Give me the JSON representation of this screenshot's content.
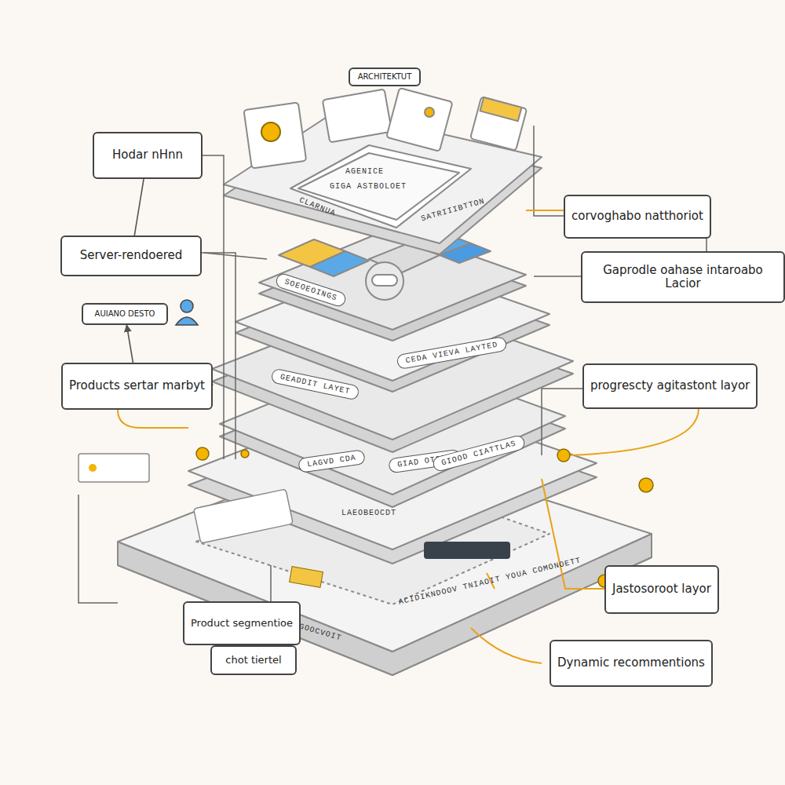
{
  "diagram": {
    "nodes": [
      {
        "text": [
          "Hodar nHnn"
        ]
      },
      {
        "text": [
          "Server-rendoered"
        ]
      },
      {
        "text": [
          "AUIANO DESTO"
        ]
      },
      {
        "text": [
          "Products sertar marbyt"
        ]
      },
      {
        "text": [
          "Product segmentioe"
        ]
      },
      {
        "text": [
          "chot tiertel"
        ]
      },
      {
        "text": [
          "corvoghabo natthoriot"
        ]
      },
      {
        "text": [
          "Gaprodle oahase intaroabo Lacior"
        ]
      },
      {
        "text": [
          "progrescty agitastont layor"
        ]
      },
      {
        "text": [
          "Jastosoroot layor"
        ]
      },
      {
        "text": [
          "Dynamic recommentions"
        ]
      },
      {
        "text": [
          "ARCHITEKTUT"
        ]
      }
    ],
    "edges": [
      {
        "from": 0,
        "to": 1,
        "arrow": "none"
      },
      {
        "from": 3,
        "to": 2,
        "arrow": "to"
      }
    ],
    "labels": [
      "AGENICE",
      "GIGA ASTBOLOET",
      "CLARNUA",
      "SATRIIIBTTON",
      "SOEOEOINGS",
      "CEDA VIEVA LAYTED",
      "GEADDIT LAYET",
      "LAGVD CDA",
      "GIAD OTODP",
      "GIOOD CIATTLAS",
      "LAEOBEOCDT",
      "ACIDIKNDOOV TNIAOIT YOUA COMONOETT",
      "GOOCVOIT"
    ]
  }
}
